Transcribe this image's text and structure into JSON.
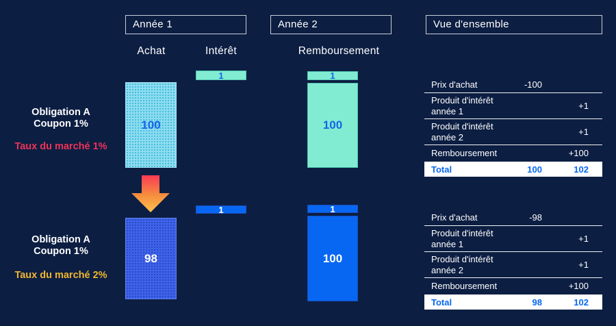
{
  "headers": {
    "year1": "Année 1",
    "year2": "Année 2",
    "overview": "Vue d'ensemble"
  },
  "columns": {
    "achat": "Achat",
    "interet": "Intérêt",
    "remboursement": "Remboursement"
  },
  "colors": {
    "background": "#0c1e42",
    "teal_bar": "#82ecd2",
    "cyan_dotted_bar": "#8edcef",
    "royal_dotted_bar": "#3f63e6",
    "bright_blue_bar": "#0767f2",
    "bar_number_blue": "#1565e8",
    "market_rate_red": "#ee3358",
    "market_rate_yellow": "#f0b62f",
    "total_text_blue": "#0667f0",
    "arrow_gradient_top": "#fb3b54",
    "arrow_gradient_mid": "#f68f3e",
    "arrow_gradient_tip": "#ffc24f"
  },
  "scenarios": [
    {
      "title_line1": "Obligation A",
      "title_line2": "Coupon 1%",
      "rate_label": "Taux du marché 1%",
      "bars": {
        "achat": "100",
        "interet": "1",
        "remb_interest": "1",
        "remb_principal": "100"
      },
      "table": {
        "rows": [
          {
            "label": "Prix d'achat",
            "col2": "-100",
            "col3": ""
          },
          {
            "label": "Produit d'intérêt année 1",
            "col2": "",
            "col3": "+1"
          },
          {
            "label": "Produit d'intérêt année 2",
            "col2": "",
            "col3": "+1"
          },
          {
            "label": "Remboursement",
            "col2": "",
            "col3": "+100"
          }
        ],
        "total": {
          "label": "Total",
          "col2": "100",
          "col3": "102"
        }
      }
    },
    {
      "title_line1": "Obligation A",
      "title_line2": "Coupon 1%",
      "rate_label": "Taux du marché 2%",
      "bars": {
        "achat": "98",
        "interet": "1",
        "remb_interest": "1",
        "remb_principal": "100"
      },
      "table": {
        "rows": [
          {
            "label": "Prix d'achat",
            "col2": "-98",
            "col3": ""
          },
          {
            "label": "Produit d'intérêt année 1",
            "col2": "",
            "col3": "+1"
          },
          {
            "label": "Produit d'intérêt année 2",
            "col2": "",
            "col3": "+1"
          },
          {
            "label": "Remboursement",
            "col2": "",
            "col3": "+100"
          }
        ],
        "total": {
          "label": "Total",
          "col2": "98",
          "col3": "102"
        }
      }
    }
  ]
}
